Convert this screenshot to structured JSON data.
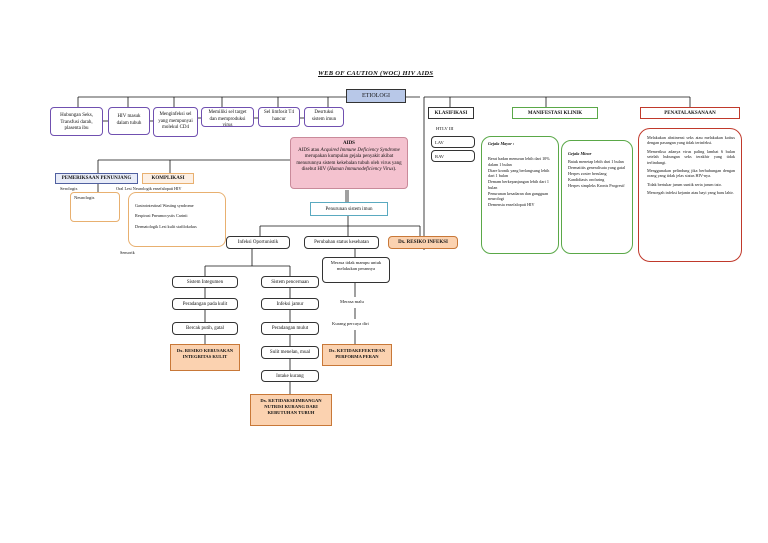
{
  "title": "WEB OF CAUTION (WOC) HIV AIDS",
  "etiologi": "ETIOLOGI",
  "causes": [
    "Hubungan Seks, Transfusi darah, plasenta ibu",
    "HIV masuk dalam tubuh",
    "Menginfeksi sel yang mempunyai molekul CD4",
    "Memiliki sel target dan memproduksi virus",
    "Sel limfosit T4 hancur",
    "Desrtuksi sistem imun"
  ],
  "aids": {
    "heading": "AIDS",
    "intro": "AIDS atau ",
    "term": "Acquired Immune Deficiency Syndrome",
    "mid": " merupakan kumpulan gejala penyakit akibat menurunnya sistem kekebalan tubuh oleh virus yang disebut HIV (",
    "term2": "Human Immunodeficiency Virus",
    "end": ")."
  },
  "penurunan": "Penurunan sistem imun",
  "infeksi_oportunistik": "Infeksi Oportunistik",
  "perubahan_status": "Perubahan status kesehatan",
  "dx_resiko_infeksi": "Dx. RESIKO INFEKSI",
  "merasa_tidak_mampu": "Merasa tidak mampu untuk melakukan perannya",
  "merasa_malu": "Merasa malu",
  "kurang_percaya": "Kurang percaya diri",
  "dx_ketidakefektifan": "Dx. KETIDAKEFEKTIFAN PERFORMA PERAN",
  "sistem_integumen": "Sistem Integumen",
  "peradangan_kulit": "Peradangan pada kulit",
  "bercak": "Bercak putih, gatal",
  "dx_kerusakan": "Dx. RESIKO KERUSAKAN INTEGRITAS KULIT",
  "sistem_pencernaan": "Sistem pencernaan",
  "infeksi_jamur": "Infeksi jamur",
  "peradangan_mulut": "Peradangan mulut",
  "sulit_menelan": "Sulit menelan, mual",
  "intake": "Intake kurang",
  "dx_nutrisi": "Dx. KETIDAKSEIMBANGAN NUTRISI KURANG DARI KEBUTUHAN TUBUH",
  "pemeriksaan": {
    "title": "PEMERIKSAAN PENUNJANG",
    "items": [
      "Serologis",
      "Neurologis"
    ]
  },
  "komplikasi": {
    "title": "KOMPLIKASI",
    "items": [
      "Oral Lesi Neurologik ensefalopati HIV",
      "Gastrointestinal Wasting syndrome",
      "Respirasi Pneumocystis Carinii",
      "Dermatologik Lesi kulit stafilokokus",
      "Sensorik"
    ]
  },
  "klasifikasi": {
    "title": "KLASIFIKASI",
    "items": [
      "HTLV III",
      "LAV",
      "RAV"
    ]
  },
  "manifestasi": {
    "title": "MANIFESTASI KLINIK",
    "mayor_title": "Gejala Mayor :",
    "mayor": [
      "Berat badan menurun lebih dari 10% dalam 1 bulan",
      "Diare kronik yang berlangsung lebih dari 1 bulan",
      "Demam berkepanjangan lebih dari 1 bulan",
      "Penurunan kesadaran dan gangguan neurologi",
      "Demensia ensefalopati HIV"
    ],
    "minor_title": "Gejala Minor",
    "minor": [
      "Batuk menetap lebih dari 1 bulan",
      "Dermatitis generalisata yang gatal",
      "Herpes zoster berulang",
      "Kandidiasis orofaring",
      "Herpes simpleks Kronis Progresif"
    ],
    "minor_italic": "Progresif"
  },
  "penatalaksanaan": {
    "title": "PENATALAKSANAAN",
    "items": [
      "Melakukan abstinensi seks atau melakukan koitus dengan pasangan yang tidak terinfeksi.",
      "Memeriksa adanya virus paling lambat 6 bulan setelah hubungan seks terakhir yang tidak terlindungi.",
      "Menggunakan pelindung jika berhubungan dengan orang yang tidak jelas status HIV-nya.",
      "Tidak bertukar jarum suntik serta jarum tato.",
      "Mencegah infeksi kejanin atau bayi yang baru lahir."
    ]
  },
  "colors": {
    "pink": "#f4c2cf",
    "peach": "#fbd2b0",
    "blue": "#b8c8e8",
    "green": "#5aa848",
    "red": "#c0392b",
    "orange": "#e8b070"
  }
}
